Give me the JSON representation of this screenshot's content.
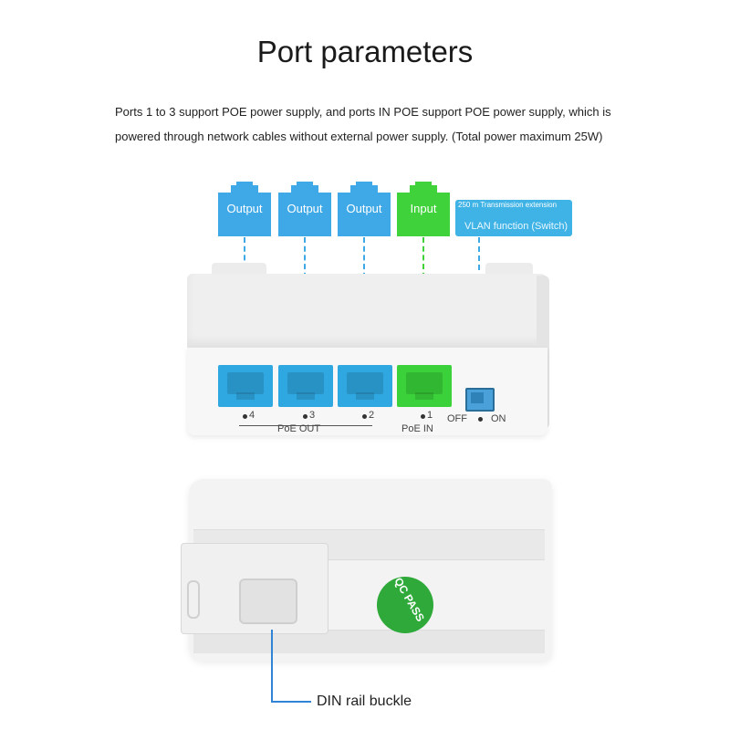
{
  "title": "Port parameters",
  "description": {
    "line1": "Ports 1 to 3 support POE power supply, and ports IN POE support POE power supply, which is",
    "line2": "powered through network cables without external power supply. (Total power maximum 25W)"
  },
  "callouts": [
    {
      "label": "Output",
      "color": "#3fa9e8"
    },
    {
      "label": "Output",
      "color": "#3fa9e8"
    },
    {
      "label": "Output",
      "color": "#3fa9e8"
    },
    {
      "label": "Input",
      "color": "#3fd23a"
    }
  ],
  "vlan_callout": {
    "line1": "250 m Transmission extension",
    "line2": "VLAN function (Switch)",
    "color": "#3fb3e6"
  },
  "device_front": {
    "ports": [
      {
        "number": "4",
        "color": "#2fa7e0"
      },
      {
        "number": "3",
        "color": "#2fa7e0"
      },
      {
        "number": "2",
        "color": "#2fa7e0"
      },
      {
        "number": "1",
        "color": "#3ad13a"
      }
    ],
    "poe_out_label": "PoE  OUT",
    "poe_in_label": "PoE  IN",
    "switch_off": "OFF",
    "switch_on": "ON"
  },
  "device_back": {
    "sticker_text": "QC PASS",
    "sticker_color": "#2faa3a"
  },
  "din_label": "DIN rail buckle",
  "icons": [
    "ethernet-port-icon",
    "rail-clip-icon"
  ]
}
